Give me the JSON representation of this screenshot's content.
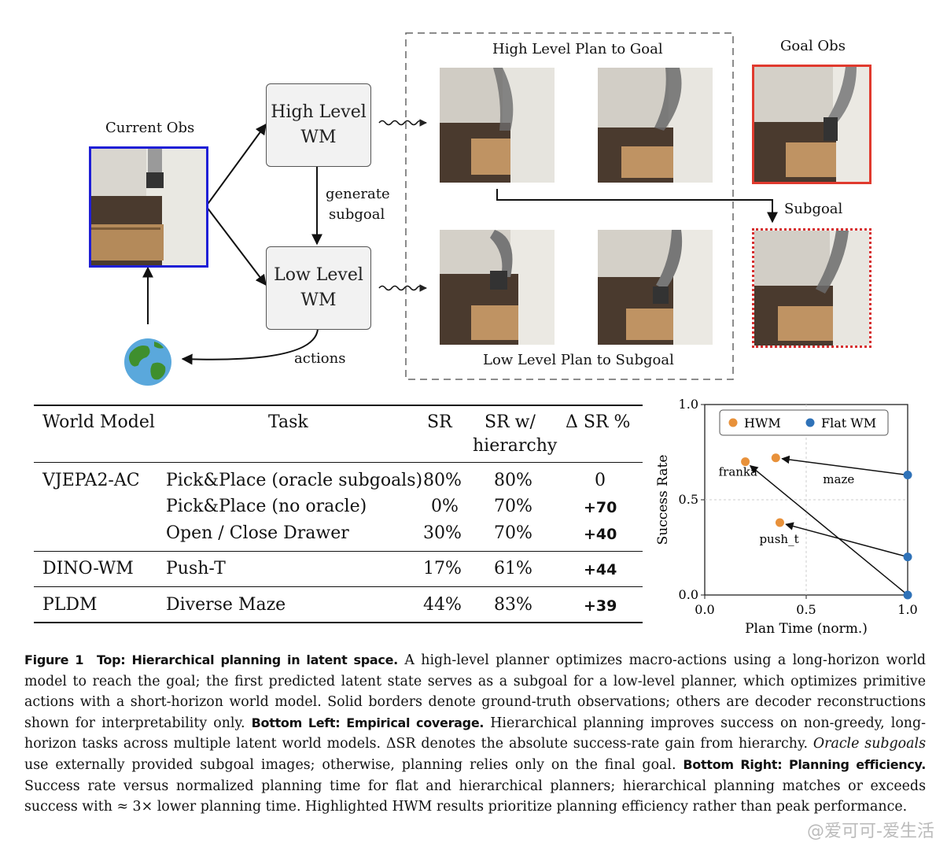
{
  "diagram": {
    "current_obs": "Current Obs",
    "high_level_wm": [
      "High Level",
      "WM"
    ],
    "low_level_wm": [
      "Low Level",
      "WM"
    ],
    "generate_subgoal": [
      "generate",
      "subgoal"
    ],
    "actions": "actions",
    "high_level_plan": "High Level Plan to Goal",
    "low_level_plan": "Low Level Plan to Subgoal",
    "goal_obs": "Goal Obs",
    "subgoal": "Subgoal",
    "colors": {
      "current_border": "#1f1fd6",
      "goal_border": "#e03a2e",
      "subgoal_border": "#d62d2d"
    }
  },
  "table": {
    "headers": [
      "World Model",
      "Task",
      "SR",
      "SR w/",
      "hierarchy",
      "Δ SR %"
    ],
    "rows": [
      {
        "model": "VJEPA2-AC",
        "task": "Pick&Place (oracle subgoals)",
        "sr": "80%",
        "sr_h": "80%",
        "delta": "0"
      },
      {
        "model": "",
        "task": "Pick&Place (no oracle)",
        "sr": "0%",
        "sr_h": "70%",
        "delta": "+70"
      },
      {
        "model": "",
        "task": "Open / Close Drawer",
        "sr": "30%",
        "sr_h": "70%",
        "delta": "+40"
      },
      {
        "model": "DINO-WM",
        "task": "Push-T",
        "sr": "17%",
        "sr_h": "61%",
        "delta": "+44"
      },
      {
        "model": "PLDM",
        "task": "Diverse Maze",
        "sr": "44%",
        "sr_h": "83%",
        "delta": "+39"
      }
    ]
  },
  "chart_data": {
    "type": "scatter",
    "xlabel": "Plan Time (norm.)",
    "ylabel": "Success Rate",
    "xlim": [
      0.0,
      1.0
    ],
    "ylim": [
      0.0,
      1.0
    ],
    "xticks": [
      "0.0",
      "0.5",
      "1.0"
    ],
    "yticks": [
      "0.0",
      "0.5",
      "1.0"
    ],
    "grid": true,
    "legend_position": "top",
    "series": [
      {
        "name": "HWM",
        "color": "#e8913a",
        "points": [
          {
            "label": "franka",
            "x": 0.2,
            "y": 0.7
          },
          {
            "label": "maze",
            "x": 0.35,
            "y": 0.72
          },
          {
            "label": "push_t",
            "x": 0.37,
            "y": 0.38
          }
        ]
      },
      {
        "name": "Flat WM",
        "color": "#2f72b8",
        "points": [
          {
            "label": "",
            "x": 1.0,
            "y": 0.63
          },
          {
            "label": "",
            "x": 1.0,
            "y": 0.2
          },
          {
            "label": "",
            "x": 1.0,
            "y": 0.0
          }
        ]
      }
    ],
    "arrows": [
      {
        "from": [
          1.0,
          0.63
        ],
        "to": [
          0.35,
          0.72
        ]
      },
      {
        "from": [
          1.0,
          0.0
        ],
        "to": [
          0.2,
          0.7
        ]
      },
      {
        "from": [
          1.0,
          0.2
        ],
        "to": [
          0.37,
          0.38
        ]
      }
    ],
    "annotations": [
      "franka",
      "maze",
      "push_t"
    ]
  },
  "caption": {
    "fig": "Figure 1",
    "top_head": "Top: Hierarchical planning in latent space.",
    "top_text": " A high-level planner optimizes macro-actions using a long-horizon world model to reach the goal; the first predicted latent state serves as a subgoal for a low-level planner, which optimizes primitive actions with a short-horizon world model. Solid borders denote ground-truth observations; others are decoder reconstructions shown for interpretability only. ",
    "bl_head": "Bottom Left: Empirical coverage.",
    "bl_text": " Hierarchical planning improves success on non-greedy, long-horizon tasks across multiple latent world models. ΔSR denotes the absolute success-rate gain from hierarchy. ",
    "oracle": "Oracle subgoals",
    "bl_text2": " use externally provided subgoal images; otherwise, planning relies only on the final goal. ",
    "br_head": "Bottom Right: Planning efficiency.",
    "br_text": " Success rate versus normalized planning time for flat and hierarchical planners; hierarchical planning matches or exceeds success with ≈ 3× lower planning time. Highlighted HWM results prioritize planning efficiency rather than peak performance."
  },
  "watermark": "@爱可可-爱生活"
}
